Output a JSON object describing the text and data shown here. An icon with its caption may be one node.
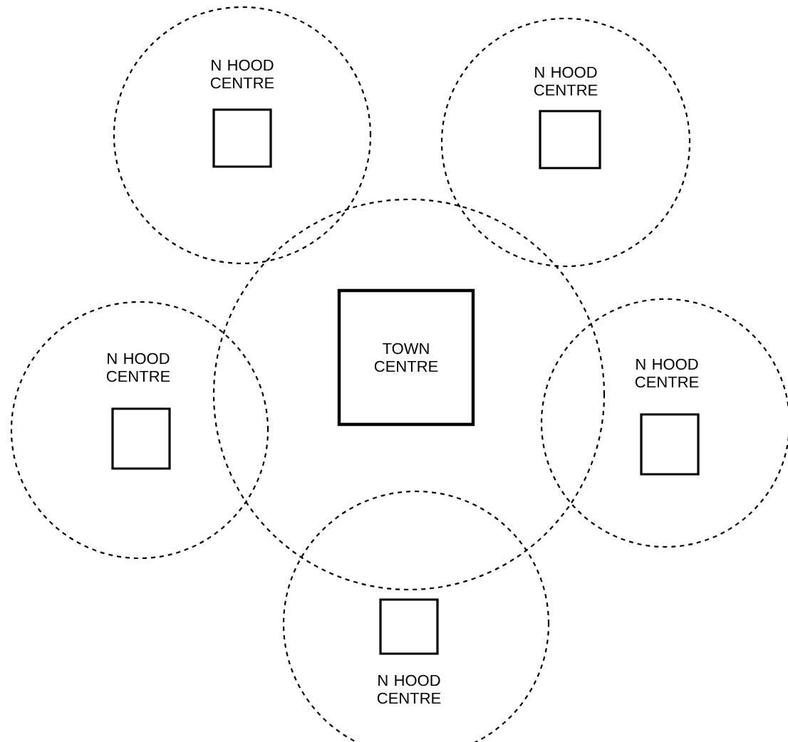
{
  "diagram": {
    "nodes": [
      {
        "text": [
          "N HOOD CENTRE"
        ]
      },
      {
        "text": [],
        "shape": "box",
        "in": 0
      },
      {
        "text": [
          "N HOOD CENTRE"
        ]
      },
      {
        "text": [],
        "shape": "box",
        "in": 2
      },
      {
        "text": [],
        "shape": "circle"
      },
      {
        "text": [
          "TOWN CENTRE"
        ],
        "in": 4
      },
      {
        "text": [
          "N HOOD CENTRE"
        ]
      },
      {
        "text": [],
        "shape": "box",
        "in": 6
      },
      {
        "text": [
          "N HOOD CENTRE"
        ]
      },
      {
        "text": [],
        "shape": "box",
        "in": 8
      },
      {
        "text": [
          "N HOOD CENTRE"
        ]
      },
      {
        "text": [],
        "shape": "box",
        "in": 10
      }
    ]
  }
}
